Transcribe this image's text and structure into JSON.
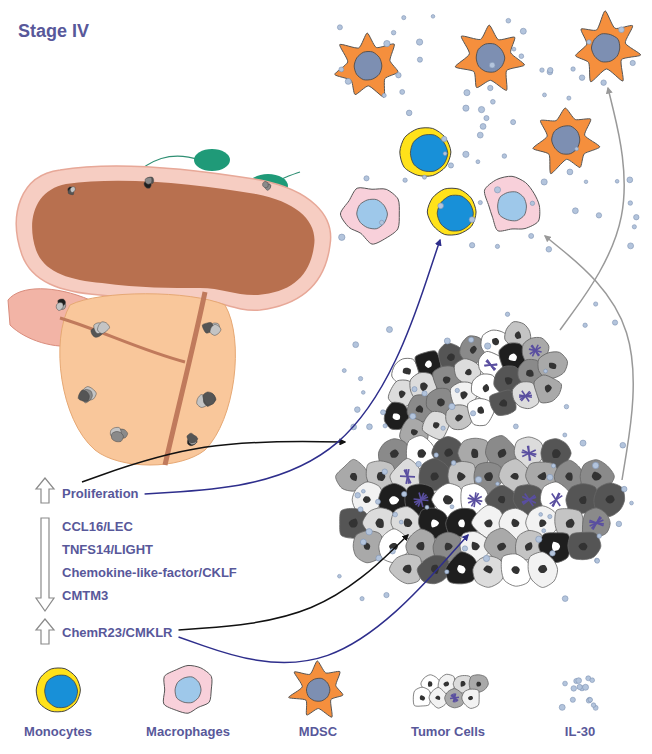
{
  "diagram": {
    "title": "Stage IV",
    "labels": [
      "Proliferation",
      "CCL16/LEC",
      "TNFS14/LIGHT",
      "Chemokine-like-factor/CKLF",
      "CMTM3",
      "ChemR23/CMKLR"
    ],
    "legend": [
      {
        "text": "Monocytes"
      },
      {
        "text": "Macrophages"
      },
      {
        "text": "MDSC"
      },
      {
        "text": "Tumor Cells"
      },
      {
        "text": "IL-30"
      }
    ]
  }
}
